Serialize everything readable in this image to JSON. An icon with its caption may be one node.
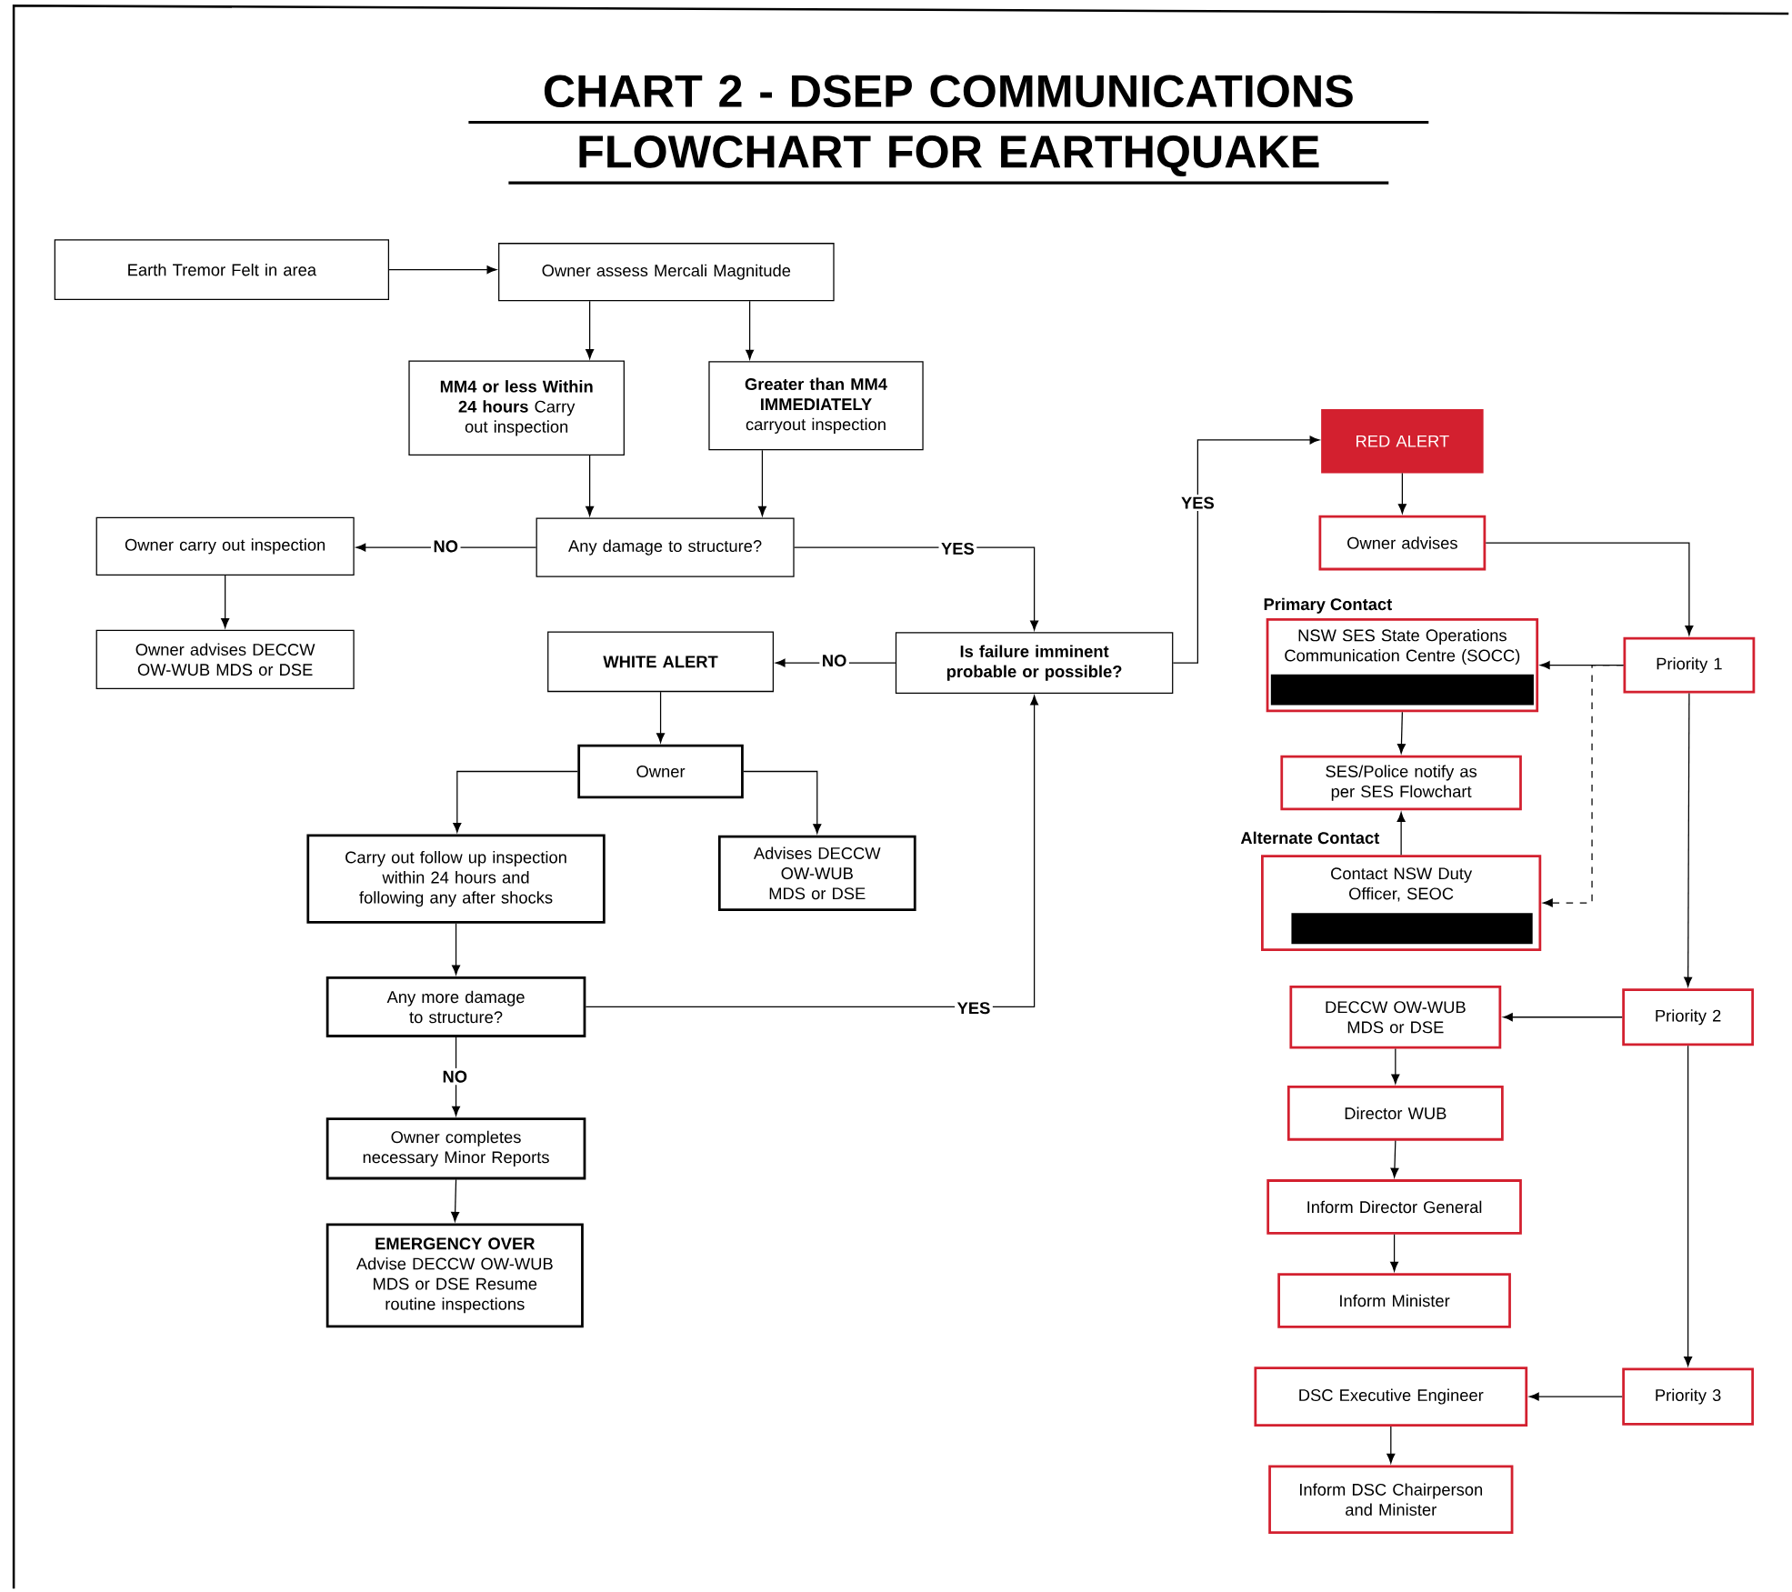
{
  "diagram": {
    "title": "CHART 2 - DSEP COMMUNICATIONS FLOWCHART FOR EARTHQUAKE",
    "nodes": [
      {
        "text": [
          "Earth Tremor Felt in area"
        ]
      },
      {
        "text": [
          "Owner assess Mercali Magnitude"
        ]
      },
      {
        "text": [
          "**MM4 or less Within 24 hours** Carry out inspection"
        ]
      },
      {
        "text": [
          "**Greater than MM4 IMMEDIATELY** carryout inspection"
        ]
      },
      {
        "text": [
          "Owner carry out inspection"
        ]
      },
      {
        "text": [
          "Any damage to structure?"
        ]
      },
      {
        "text": [
          "Owner advises DECCW OW-WUB MDS or DSE"
        ]
      },
      {
        "text": [
          "WHITE ALERT"
        ]
      },
      {
        "text": [
          "Is failure imminent probable or possible?"
        ]
      },
      {
        "text": [
          "Owner"
        ]
      },
      {
        "text": [
          "Carry out follow up inspection within 24 hours and following any after shocks"
        ]
      },
      {
        "text": [
          "Advises DECCW OW-WUB MDS or DSE"
        ]
      },
      {
        "text": [
          "Any more damage to structure?"
        ]
      },
      {
        "text": [
          "Owner completes necessary Minor Reports"
        ]
      },
      {
        "text": [
          "**EMERGENCY OVER** Advise DECCW OW-WUB MDS or DSE Resume routine inspections"
        ]
      },
      {
        "text": [
          "RED ALERT"
        ]
      },
      {
        "text": [
          "Owner advises"
        ]
      },
      {
        "text": [
          "NSW SES State Operations Communication Centre (SOCC)"
        ],
        "beside": [
          "Primary Contact"
        ]
      },
      {
        "text": [
          "SES/Police notify as per SES Flowchart"
        ]
      },
      {
        "text": [
          "Contact NSW Duty Officer, SEOC"
        ],
        "beside": [
          "Alternate Contact"
        ]
      },
      {
        "text": [
          "Priority 1"
        ]
      },
      {
        "text": [
          "DECCW OW-WUB MDS or DSE"
        ]
      },
      {
        "text": [
          "Priority 2"
        ]
      },
      {
        "text": [
          "Director WUB"
        ]
      },
      {
        "text": [
          "Inform Director General"
        ]
      },
      {
        "text": [
          "Inform Minister"
        ]
      },
      {
        "text": [
          "DSC Executive Engineer"
        ]
      },
      {
        "text": [
          "Priority 3"
        ]
      },
      {
        "text": [
          "Inform DSC Chairperson and Minister"
        ]
      }
    ],
    "edges": [
      {
        "from": 0,
        "to": 1,
        "arrow": "to"
      },
      {
        "from": 1,
        "to": 2,
        "arrow": "to"
      },
      {
        "from": 1,
        "to": 3,
        "arrow": "to"
      },
      {
        "from": 2,
        "to": 5,
        "arrow": "to"
      },
      {
        "from": 3,
        "to": 5,
        "arrow": "to"
      },
      {
        "from": 5,
        "to": 4,
        "arrow": "to",
        "label": "NO"
      },
      {
        "from": 5,
        "to": 8,
        "arrow": "to",
        "label": "YES"
      },
      {
        "from": 4,
        "to": 6,
        "arrow": "to"
      },
      {
        "from": 8,
        "to": 7,
        "arrow": "to",
        "label": "NO"
      },
      {
        "from": 8,
        "to": 15,
        "arrow": "to",
        "label": "YES"
      },
      {
        "from": 7,
        "to": 9,
        "arrow": "to"
      },
      {
        "from": 9,
        "to": 10,
        "arrow": "to"
      },
      {
        "from": 9,
        "to": 11,
        "arrow": "to"
      },
      {
        "from": 10,
        "to": 12,
        "arrow": "to"
      },
      {
        "from": 12,
        "to": 8,
        "arrow": "to",
        "label": "YES"
      },
      {
        "from": 12,
        "to": 13,
        "arrow": "to",
        "label": "NO"
      },
      {
        "from": 13,
        "to": 14,
        "arrow": "to"
      },
      {
        "from": 15,
        "to": 16,
        "arrow": "to"
      },
      {
        "from": 16,
        "to": 20,
        "arrow": "to"
      },
      {
        "from": 20,
        "to": 17,
        "arrow": "to"
      },
      {
        "from": 20,
        "to": 19,
        "arrow": "to",
        "style": "dashed"
      },
      {
        "from": 17,
        "to": 18,
        "arrow": "to"
      },
      {
        "from": 19,
        "to": 18,
        "arrow": "to"
      },
      {
        "from": 20,
        "to": 22,
        "arrow": "to"
      },
      {
        "from": 22,
        "to": 21,
        "arrow": "to"
      },
      {
        "from": 21,
        "to": 23,
        "arrow": "to"
      },
      {
        "from": 23,
        "to": 24,
        "arrow": "to"
      },
      {
        "from": 24,
        "to": 25,
        "arrow": "to"
      },
      {
        "from": 22,
        "to": 27,
        "arrow": "to"
      },
      {
        "from": 27,
        "to": 26,
        "arrow": "to"
      },
      {
        "from": 26,
        "to": 28,
        "arrow": "to"
      }
    ]
  }
}
